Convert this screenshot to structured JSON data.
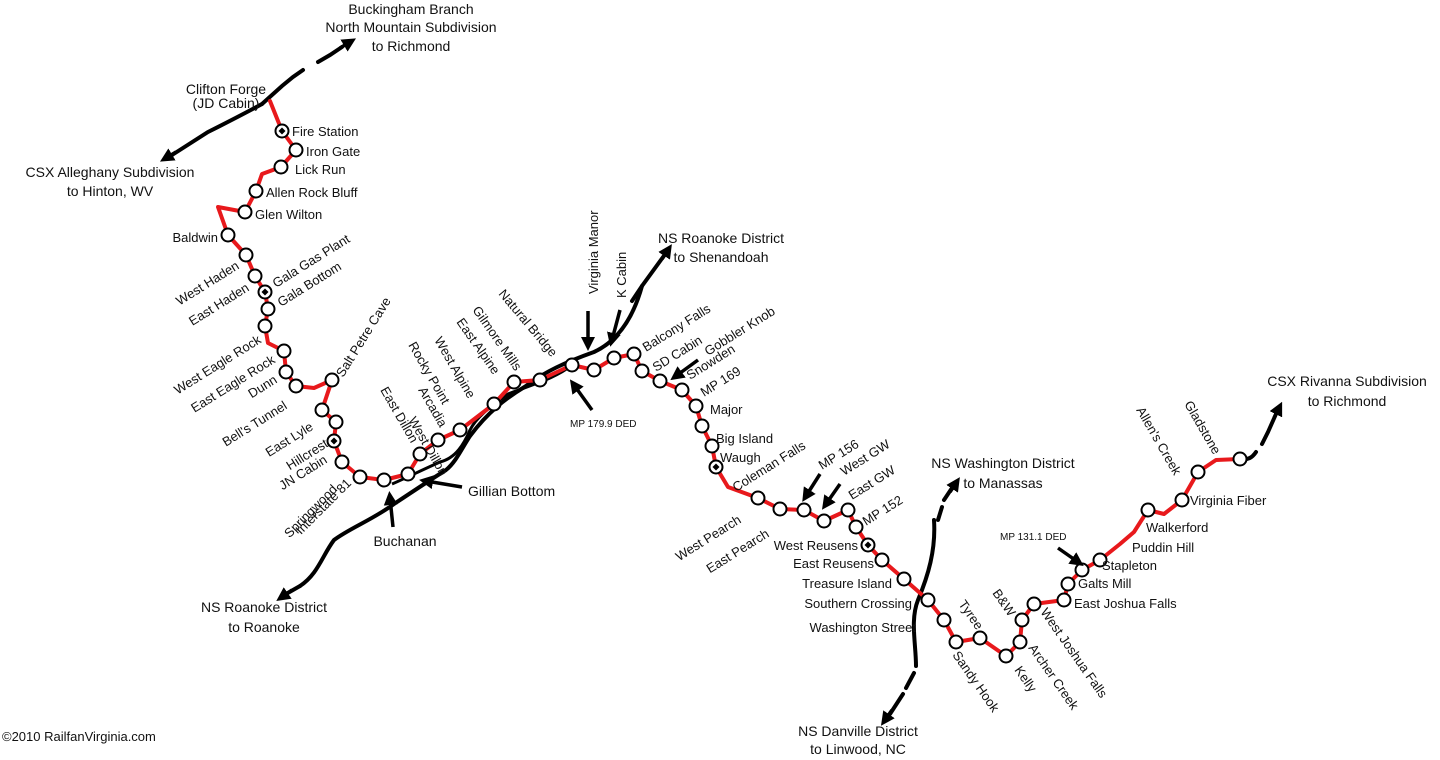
{
  "copyright": "©2010 RailfanVirginia.com",
  "colors": {
    "route": "#e8191c",
    "connecting": "#000000",
    "station_fill": "#ffffff",
    "station_stroke": "#000000"
  },
  "stations": [
    {
      "label": "Fire Station",
      "diamond": true
    },
    {
      "label": "Iron Gate"
    },
    {
      "label": "Lick Run"
    },
    {
      "label": "Allen Rock Bluff"
    },
    {
      "label": "Glen Wilton"
    },
    {
      "label": "Baldwin"
    },
    {
      "label": "West Haden"
    },
    {
      "label": "East Haden"
    },
    {
      "label": "Gala Gas Plant",
      "diamond": true
    },
    {
      "label": "Gala Bottom"
    },
    {
      "label": "West Eagle Rock"
    },
    {
      "label": "East Eagle Rock"
    },
    {
      "label": "Dunn"
    },
    {
      "label": "Bell's Tunnel"
    },
    {
      "label": "Salt Petre Cave"
    },
    {
      "label": "East Lyle"
    },
    {
      "label": "Hillcrest"
    },
    {
      "label": "JN Cabin",
      "diamond": true
    },
    {
      "label": "Springwood"
    },
    {
      "label": "Interstate 81"
    },
    {
      "label": "West Dillon"
    },
    {
      "label": "East Dillon"
    },
    {
      "label": "Arcadia"
    },
    {
      "label": "Rocky Point"
    },
    {
      "label": "West Alpine"
    },
    {
      "label": "East Alpine"
    },
    {
      "label": "Gilmore Mills"
    },
    {
      "label": "Natural Bridge"
    },
    {
      "label": "Virginia Manor"
    },
    {
      "label": "K Cabin"
    },
    {
      "label": "Balcony Falls"
    },
    {
      "label": "SD Cabin"
    },
    {
      "label": "Gobbler Knob"
    },
    {
      "label": "Snowden"
    },
    {
      "label": "MP 169"
    },
    {
      "label": "Major"
    },
    {
      "label": "Big Island"
    },
    {
      "label": "Waugh"
    },
    {
      "label": "Coleman Falls",
      "diamond": true
    },
    {
      "label": "West Pearch"
    },
    {
      "label": "East Pearch"
    },
    {
      "label": "MP 156"
    },
    {
      "label": "West GW"
    },
    {
      "label": "East GW"
    },
    {
      "label": "MP 152"
    },
    {
      "label": "West Reusens",
      "diamond": true
    },
    {
      "label": "East Reusens"
    },
    {
      "label": "Treasure Island"
    },
    {
      "label": "Southern Crossing"
    },
    {
      "label": "Washington Street"
    },
    {
      "label": "Tyree"
    },
    {
      "label": "Sandy Hook"
    },
    {
      "label": "Kelly"
    },
    {
      "label": "Archer Creek"
    },
    {
      "label": "B&W"
    },
    {
      "label": "West Joshua Falls"
    },
    {
      "label": "East Joshua Falls"
    },
    {
      "label": "Galts Mill"
    },
    {
      "label": "Stapleton"
    },
    {
      "label": "Puddin Hill"
    },
    {
      "label": "Walkerford"
    },
    {
      "label": "Virginia Fiber"
    },
    {
      "label": "Allen's Creek"
    },
    {
      "label": "Gladstone"
    }
  ],
  "junctions": {
    "clifton_forge": [
      "Clifton Forge",
      "(JD Cabin)"
    ],
    "buchanan": "Buchanan",
    "gillian_bottom": "Gillian Bottom"
  },
  "mileposts": {
    "mp_179_9": "MP 179.9 DED",
    "mp_131_1": "MP 131.1 DED"
  },
  "connections": {
    "buckingham": [
      "Buckingham Branch",
      "North Mountain Subdivision",
      "to Richmond"
    ],
    "alleghany": [
      "CSX Alleghany Subdivision",
      "to Hinton, WV"
    ],
    "ns_shenandoah": [
      "NS Roanoke District",
      "to Shenandoah"
    ],
    "ns_roanoke": [
      "NS Roanoke District",
      "to Roanoke"
    ],
    "ns_manassas": [
      "NS Washington District",
      "to Manassas"
    ],
    "ns_linwood": [
      "NS Danville District",
      "to Linwood, NC"
    ],
    "rivanna": [
      "CSX Rivanna Subdivision",
      "to Richmond"
    ]
  }
}
